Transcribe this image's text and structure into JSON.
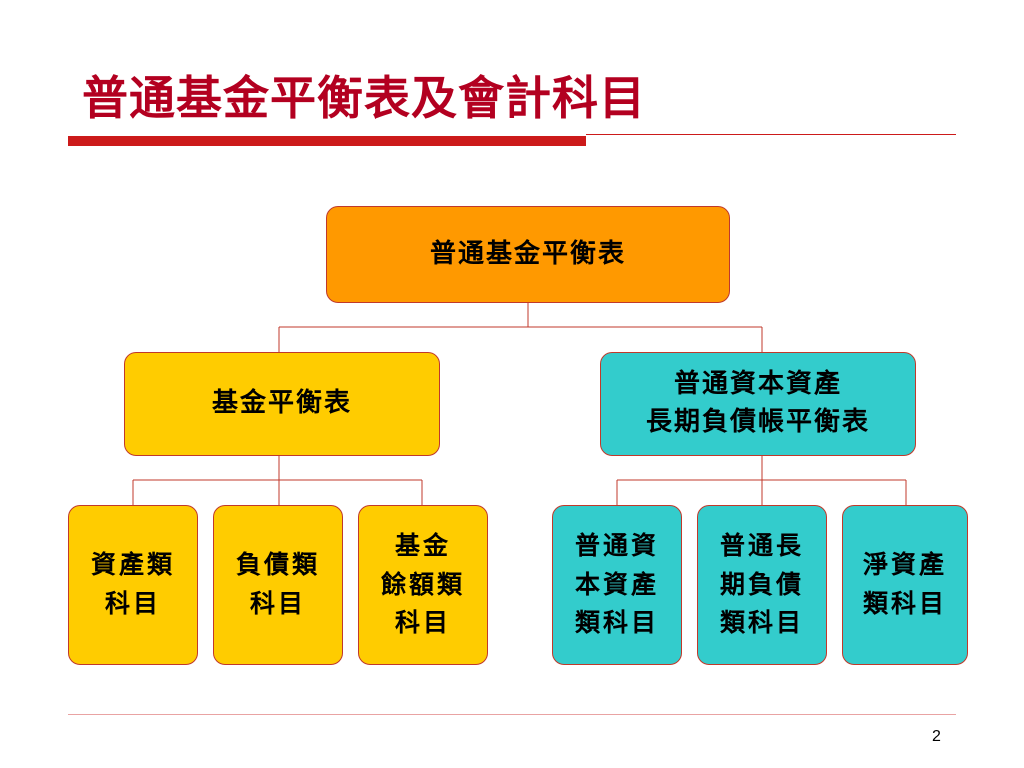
{
  "slide": {
    "title": "普通基金平衡表及會計科目",
    "page_number": "2"
  },
  "colors": {
    "title": "#b30020",
    "accent_rule": "#cc1a1a",
    "root_fill": "#ff9900",
    "fund_fill": "#ffcc00",
    "capital_fill": "#33cccc",
    "border": "#c0392b"
  },
  "diagram": {
    "root": "普通基金平衡表",
    "fund_balance": "基金平衡表",
    "capital_balance": "普通資本資產\n長期負債帳平衡表",
    "fund_accounts": [
      "資產類\n科目",
      "負債類\n科目",
      "基金\n餘額類\n科目"
    ],
    "capital_accounts": [
      "普通資\n本資產\n類科目",
      "普通長\n期負債\n類科目",
      "淨資產\n類科目"
    ]
  }
}
